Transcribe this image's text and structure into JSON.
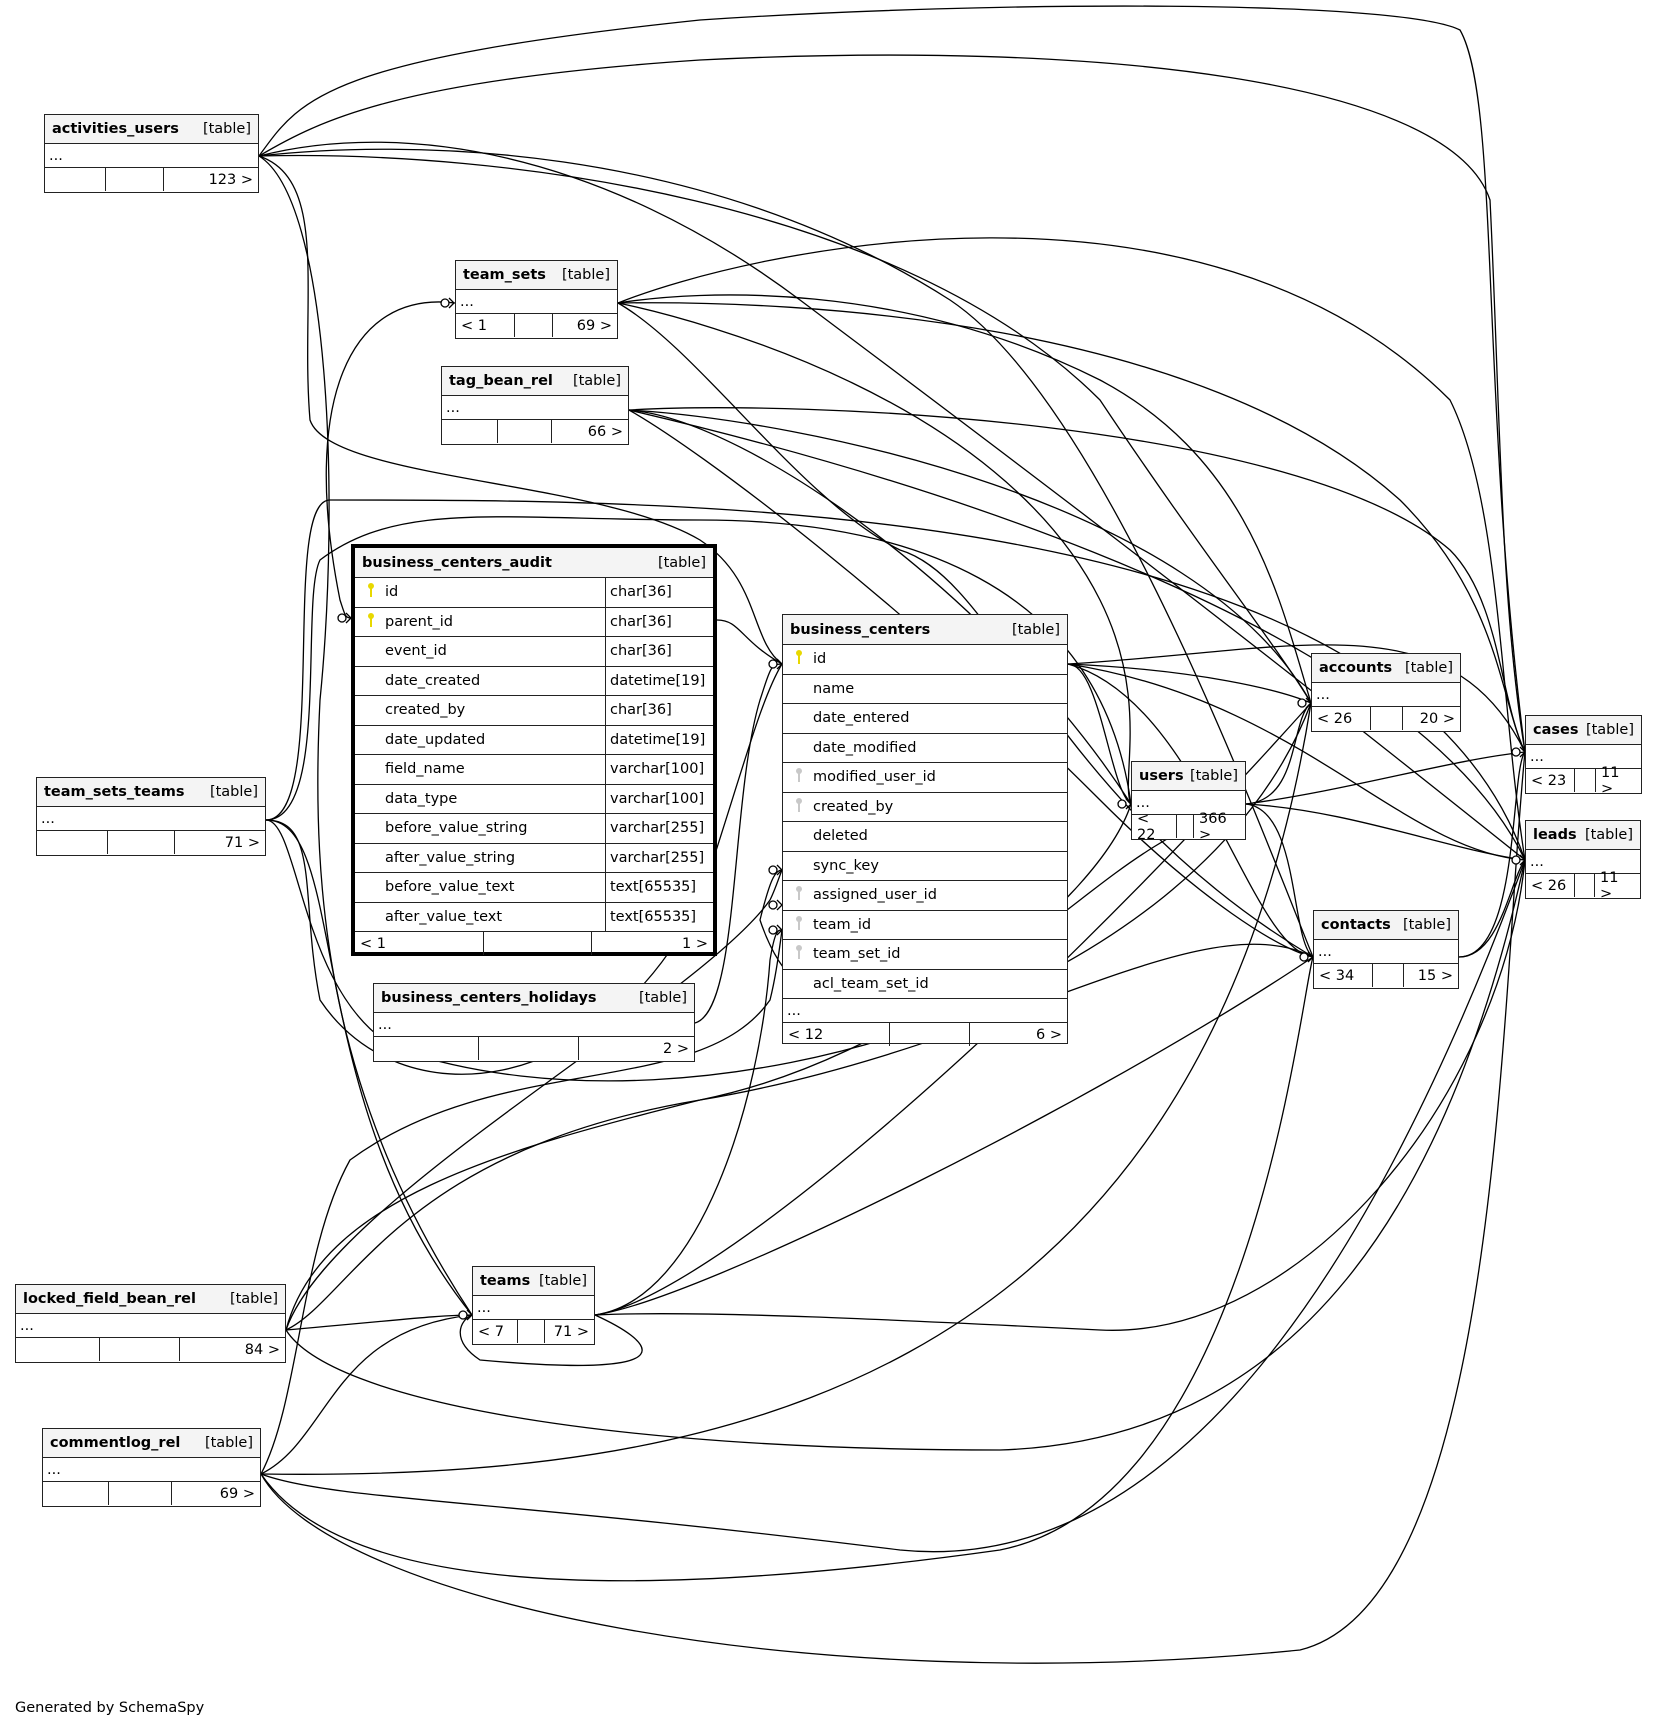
{
  "footer": "Generated by SchemaSpy",
  "colors": {
    "primary_key": "#e8d800",
    "foreign_key": "#c8c8c8",
    "header_bg": "#f4f4f4",
    "line": "#000000"
  },
  "tables": {
    "activities_users": {
      "name": "activities_users",
      "type": "[table]",
      "ellipsis": "...",
      "parents": "",
      "children": "123 >"
    },
    "team_sets": {
      "name": "team_sets",
      "type": "[table]",
      "ellipsis": "...",
      "parents": "< 1",
      "children": "69 >"
    },
    "tag_bean_rel": {
      "name": "tag_bean_rel",
      "type": "[table]",
      "ellipsis": "...",
      "parents": "",
      "children": "66 >"
    },
    "business_centers_audit": {
      "name": "business_centers_audit",
      "type": "[table]",
      "parents": "< 1",
      "children": "1 >",
      "columns": [
        {
          "name": "id",
          "type": "char[36]",
          "key": "pk"
        },
        {
          "name": "parent_id",
          "type": "char[36]",
          "key": "pk"
        },
        {
          "name": "event_id",
          "type": "char[36]",
          "key": ""
        },
        {
          "name": "date_created",
          "type": "datetime[19]",
          "key": ""
        },
        {
          "name": "created_by",
          "type": "char[36]",
          "key": ""
        },
        {
          "name": "date_updated",
          "type": "datetime[19]",
          "key": ""
        },
        {
          "name": "field_name",
          "type": "varchar[100]",
          "key": ""
        },
        {
          "name": "data_type",
          "type": "varchar[100]",
          "key": ""
        },
        {
          "name": "before_value_string",
          "type": "varchar[255]",
          "key": ""
        },
        {
          "name": "after_value_string",
          "type": "varchar[255]",
          "key": ""
        },
        {
          "name": "before_value_text",
          "type": "text[65535]",
          "key": ""
        },
        {
          "name": "after_value_text",
          "type": "text[65535]",
          "key": ""
        }
      ]
    },
    "business_centers_holidays": {
      "name": "business_centers_holidays",
      "type": "[table]",
      "ellipsis": "...",
      "parents": "",
      "children": "2 >"
    },
    "business_centers": {
      "name": "business_centers",
      "type": "[table]",
      "ellipsis": "...",
      "parents": "< 12",
      "children": "6 >",
      "columns": [
        {
          "name": "id",
          "key": "pk"
        },
        {
          "name": "name",
          "key": ""
        },
        {
          "name": "date_entered",
          "key": ""
        },
        {
          "name": "date_modified",
          "key": ""
        },
        {
          "name": "modified_user_id",
          "key": "fk"
        },
        {
          "name": "created_by",
          "key": "fk"
        },
        {
          "name": "deleted",
          "key": ""
        },
        {
          "name": "sync_key",
          "key": ""
        },
        {
          "name": "assigned_user_id",
          "key": "fk"
        },
        {
          "name": "team_id",
          "key": "fk"
        },
        {
          "name": "team_set_id",
          "key": "fk"
        },
        {
          "name": "acl_team_set_id",
          "key": ""
        }
      ]
    },
    "team_sets_teams": {
      "name": "team_sets_teams",
      "type": "[table]",
      "ellipsis": "...",
      "parents": "",
      "children": "71 >"
    },
    "users": {
      "name": "users",
      "type": "[table]",
      "ellipsis": "...",
      "parents": "< 22",
      "children": "366 >"
    },
    "accounts": {
      "name": "accounts",
      "type": "[table]",
      "ellipsis": "...",
      "parents": "< 26",
      "children": "20 >"
    },
    "contacts": {
      "name": "contacts",
      "type": "[table]",
      "ellipsis": "...",
      "parents": "< 34",
      "children": "15 >"
    },
    "cases": {
      "name": "cases",
      "type": "[table]",
      "ellipsis": "...",
      "parents": "< 23",
      "children": "11 >"
    },
    "leads": {
      "name": "leads",
      "type": "[table]",
      "ellipsis": "...",
      "parents": "< 26",
      "children": "11 >"
    },
    "teams": {
      "name": "teams",
      "type": "[table]",
      "ellipsis": "...",
      "parents": "< 7",
      "children": "71 >"
    },
    "locked_field_bean_rel": {
      "name": "locked_field_bean_rel",
      "type": "[table]",
      "ellipsis": "...",
      "parents": "",
      "children": "84 >"
    },
    "commentlog_rel": {
      "name": "commentlog_rel",
      "type": "[table]",
      "ellipsis": "...",
      "parents": "",
      "children": "69 >"
    }
  }
}
